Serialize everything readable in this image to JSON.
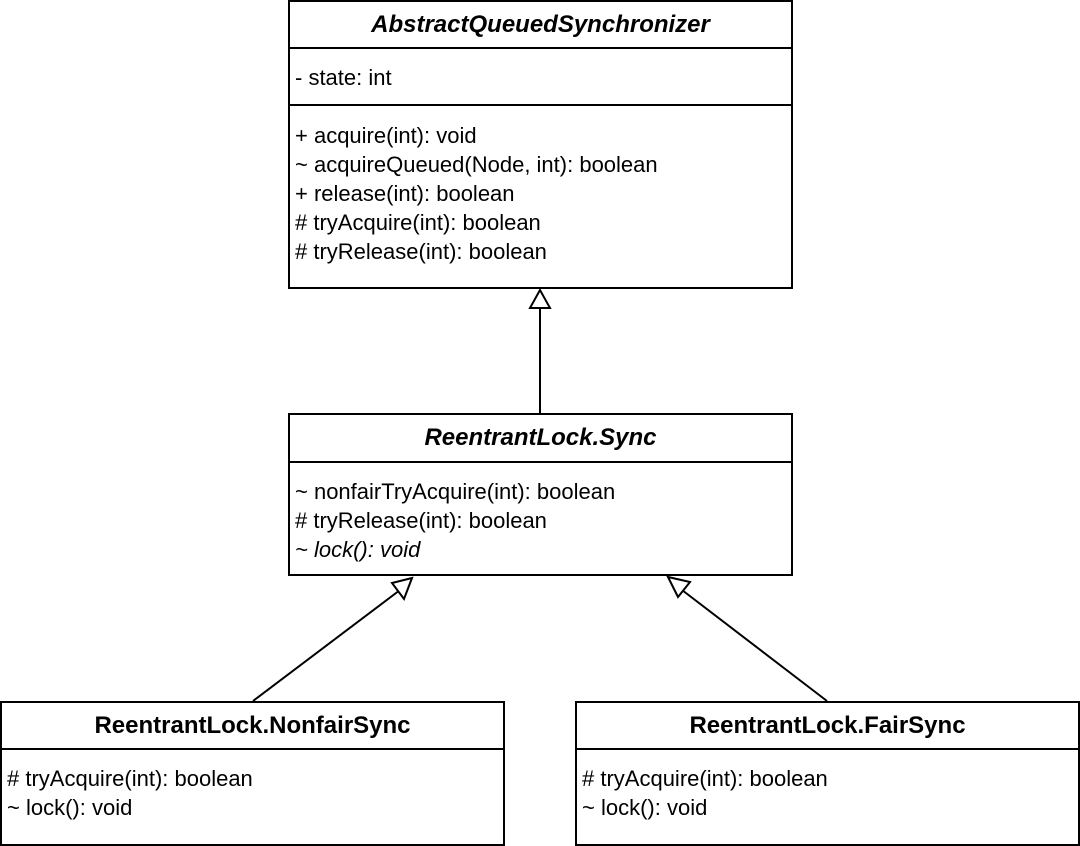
{
  "classes": {
    "aqs": {
      "name": "AbstractQueuedSynchronizer",
      "fields": [
        "- state: int"
      ],
      "methods": [
        "+ acquire(int): void",
        "~ acquireQueued(Node, int): boolean",
        "+ release(int): boolean",
        "# tryAcquire(int): boolean",
        "# tryRelease(int): boolean"
      ]
    },
    "sync": {
      "name": "ReentrantLock.Sync",
      "methods": [
        "~ nonfairTryAcquire(int): boolean",
        "# tryRelease(int): boolean",
        "~ lock(): void"
      ]
    },
    "nonfair": {
      "name": "ReentrantLock.NonfairSync",
      "methods": [
        "# tryAcquire(int): boolean",
        "~ lock(): void"
      ]
    },
    "fair": {
      "name": "ReentrantLock.FairSync",
      "methods": [
        "# tryAcquire(int): boolean",
        "~ lock(): void"
      ]
    }
  }
}
